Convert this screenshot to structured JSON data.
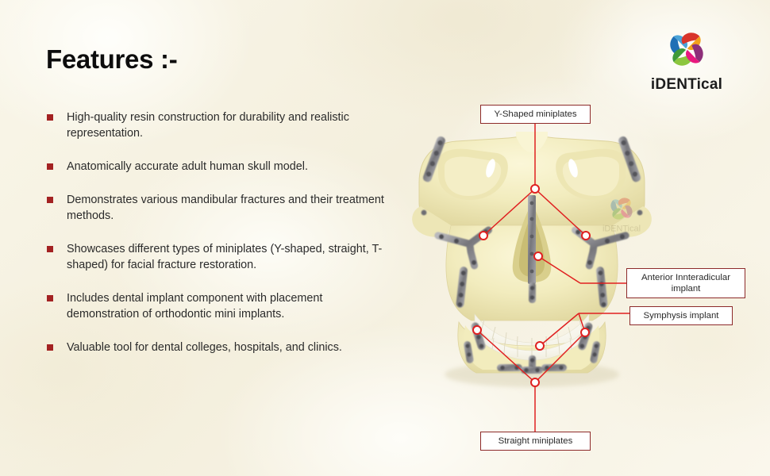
{
  "slide": {
    "title": "Features :-",
    "background_color": "#f8f4e6",
    "accent_color": "#a32222",
    "callout_color": "#e02020",
    "label_border_color": "#8d2a2a"
  },
  "features": [
    {
      "text": "High-quality resin construction for durability and realistic representation."
    },
    {
      "text": "Anatomically accurate adult human skull model."
    },
    {
      "text": "Demonstrates various mandibular fractures and their treatment methods."
    },
    {
      "text": "Showcases different types of miniplates (Y-shaped, straight, T-shaped) for facial fracture restoration."
    },
    {
      "text": "Includes dental implant component with placement demonstration of orthodontic mini implants."
    },
    {
      "text": "Valuable tool for dental colleges, hospitals, and clinics."
    }
  ],
  "logo": {
    "brand_name": "iDENTical",
    "petals": [
      {
        "name": "blue-petal",
        "color": "#1f6fb5"
      },
      {
        "name": "cyan-petal",
        "color": "#4aa3d8"
      },
      {
        "name": "red-petal",
        "color": "#d8342a"
      },
      {
        "name": "orange-petal",
        "color": "#f3a01c"
      },
      {
        "name": "green-petal",
        "color": "#3f9a3a"
      },
      {
        "name": "lime-petal",
        "color": "#8cc63e"
      },
      {
        "name": "purple-petal",
        "color": "#8e2f7a"
      },
      {
        "name": "pink-petal",
        "color": "#e8197f"
      }
    ]
  },
  "callouts": [
    {
      "id": "y-shaped",
      "label": "Y-Shaped miniplates"
    },
    {
      "id": "anterior",
      "label": "Anterior Innteradicular implant"
    },
    {
      "id": "symphysis",
      "label": "Symphysis implant"
    },
    {
      "id": "straight",
      "label": "Straight miniplates"
    }
  ],
  "product_image": {
    "alt": "Adult human skull model with miniplates and dental implants",
    "bone_color": "#f2edc2",
    "tooth_color": "#fbfaf2",
    "hardware_color": "#8f8f92"
  }
}
